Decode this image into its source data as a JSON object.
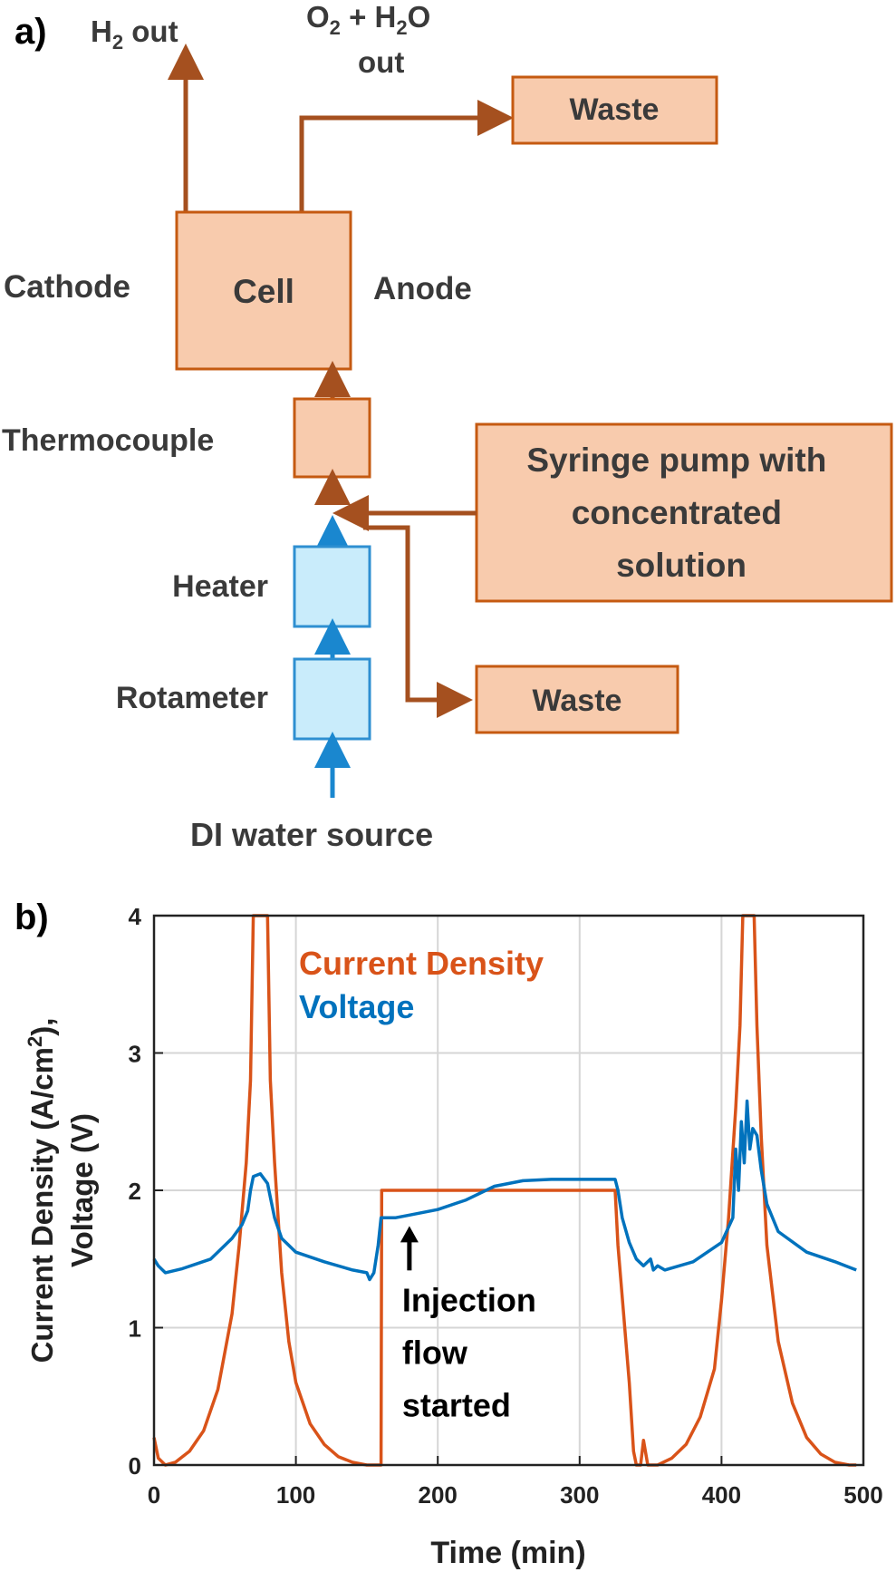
{
  "diagram": {
    "panel_label": "a)",
    "h2_out": {
      "main": "H",
      "sub": "2",
      "rest": " out"
    },
    "o2_out": {
      "p1": "O",
      "s1": "2",
      "p2": " + H",
      "s2": "2",
      "p3": "O",
      "line2": "out"
    },
    "waste_top": "Waste",
    "cathode": "Cathode",
    "cell": "Cell",
    "anode": "Anode",
    "thermocouple": "Thermocouple",
    "syringe_lines": [
      "Syringe pump with",
      "concentrated",
      "solution"
    ],
    "heater": "Heater",
    "rotameter": "Rotameter",
    "waste_bottom": "Waste",
    "source": "DI water source"
  },
  "chart_data": {
    "panel_label": "b)",
    "type": "line",
    "xlabel": "Time (min)",
    "ylabel_line1": "Current Density (A/cm",
    "ylabel_sup": "2",
    "ylabel_line1_end": "),",
    "ylabel_line2": "Voltage (V)",
    "xlim": [
      0,
      500
    ],
    "ylim": [
      0,
      4
    ],
    "xticks": [
      "0",
      "100",
      "200",
      "300",
      "400",
      "500"
    ],
    "yticks": [
      "0",
      "1",
      "2",
      "3",
      "4"
    ],
    "grid": true,
    "legend": {
      "position": "top-left",
      "entries": [
        "Current Density",
        "Voltage"
      ]
    },
    "annotation": {
      "lines": [
        "Injection",
        "flow",
        "started"
      ],
      "x": 180,
      "y": 1.78
    },
    "colors": {
      "current": "#d95319",
      "voltage": "#0072bd",
      "arrows_orange": "#a5501f",
      "arrows_blue": "#1a87cf"
    },
    "series": [
      {
        "name": "Current Density",
        "x": [
          0,
          3,
          8,
          15,
          25,
          35,
          45,
          55,
          60,
          65,
          68,
          70,
          72,
          75,
          78,
          80,
          82,
          85,
          90,
          95,
          100,
          110,
          120,
          130,
          140,
          150,
          155,
          158,
          160,
          160.5,
          200,
          250,
          300,
          325,
          327,
          335,
          338,
          340,
          343,
          345,
          348,
          350,
          355,
          365,
          375,
          385,
          395,
          400,
          405,
          410,
          413,
          415,
          417,
          420,
          423,
          425,
          428,
          432,
          440,
          450,
          460,
          470,
          480,
          490,
          495
        ],
        "values": [
          0.2,
          0.05,
          0.0,
          0.02,
          0.1,
          0.25,
          0.55,
          1.1,
          1.6,
          2.2,
          2.8,
          4.0,
          4.0,
          4.0,
          4.0,
          4.0,
          2.8,
          2.2,
          1.4,
          0.9,
          0.6,
          0.3,
          0.15,
          0.06,
          0.02,
          0.0,
          0.0,
          0.0,
          0.0,
          2.0,
          2.0,
          2.0,
          2.0,
          2.0,
          1.6,
          0.6,
          0.1,
          0.0,
          0.0,
          0.18,
          0.0,
          0.0,
          0.0,
          0.05,
          0.15,
          0.35,
          0.7,
          1.2,
          1.8,
          2.6,
          3.2,
          4.0,
          4.0,
          4.0,
          4.0,
          3.2,
          2.4,
          1.6,
          0.9,
          0.45,
          0.2,
          0.08,
          0.02,
          0.0,
          0.0
        ]
      },
      {
        "name": "Voltage",
        "x": [
          0,
          3,
          8,
          20,
          40,
          55,
          62,
          66,
          68,
          70,
          75,
          80,
          82,
          85,
          90,
          100,
          120,
          140,
          150,
          152,
          155,
          158,
          160,
          170,
          180,
          200,
          220,
          240,
          260,
          280,
          300,
          310,
          325,
          327,
          330,
          335,
          340,
          345,
          350,
          352,
          355,
          360,
          380,
          400,
          408,
          410,
          412,
          414,
          416,
          418,
          420,
          422,
          425,
          428,
          432,
          440,
          460,
          480,
          495
        ],
        "values": [
          1.5,
          1.45,
          1.4,
          1.43,
          1.5,
          1.65,
          1.75,
          1.85,
          2.0,
          2.1,
          2.12,
          2.05,
          1.95,
          1.8,
          1.65,
          1.55,
          1.48,
          1.42,
          1.4,
          1.35,
          1.4,
          1.6,
          1.8,
          1.8,
          1.82,
          1.86,
          1.93,
          2.03,
          2.07,
          2.08,
          2.08,
          2.08,
          2.08,
          2.0,
          1.8,
          1.62,
          1.5,
          1.45,
          1.5,
          1.42,
          1.45,
          1.42,
          1.48,
          1.62,
          1.8,
          2.3,
          2.0,
          2.5,
          2.2,
          2.65,
          2.3,
          2.45,
          2.4,
          2.15,
          1.9,
          1.7,
          1.55,
          1.48,
          1.42
        ]
      }
    ]
  }
}
